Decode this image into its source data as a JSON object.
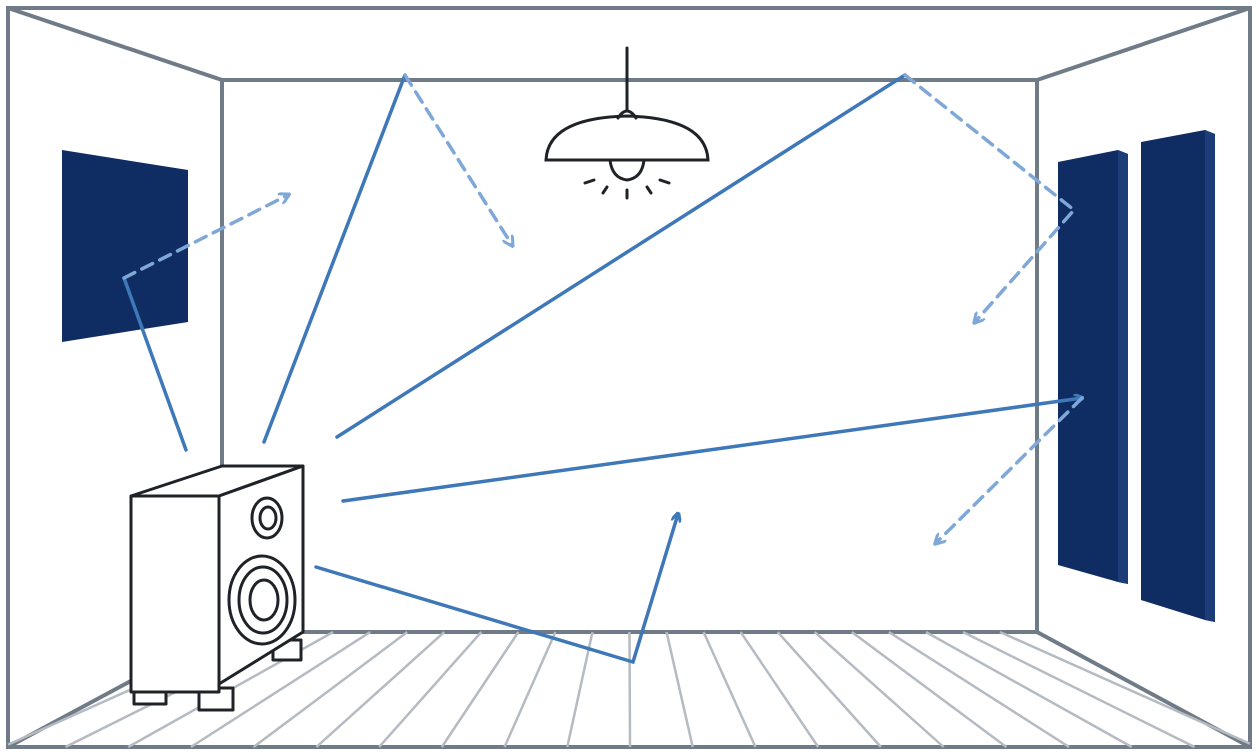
{
  "colors": {
    "room_outline": "#6f7c88",
    "floor_planks": "#b5bbc2",
    "panel_fill": "#0f2d62",
    "direct_sound": "#3e78b8",
    "reflected_sound": "#7fa8d8",
    "speaker_outline": "#1f2328",
    "lamp_outline": "#1f2328",
    "background": "#ffffff"
  },
  "elements": {
    "room": "room-outline",
    "left_panel": "acoustic-panel",
    "right_panels": [
      "acoustic-panel",
      "acoustic-panel"
    ],
    "speaker": "speaker-icon",
    "lamp": "ceiling-lamp-icon",
    "floor": "wood-floor"
  },
  "sound_paths": {
    "direct_count": 5,
    "reflected_count": 5
  }
}
